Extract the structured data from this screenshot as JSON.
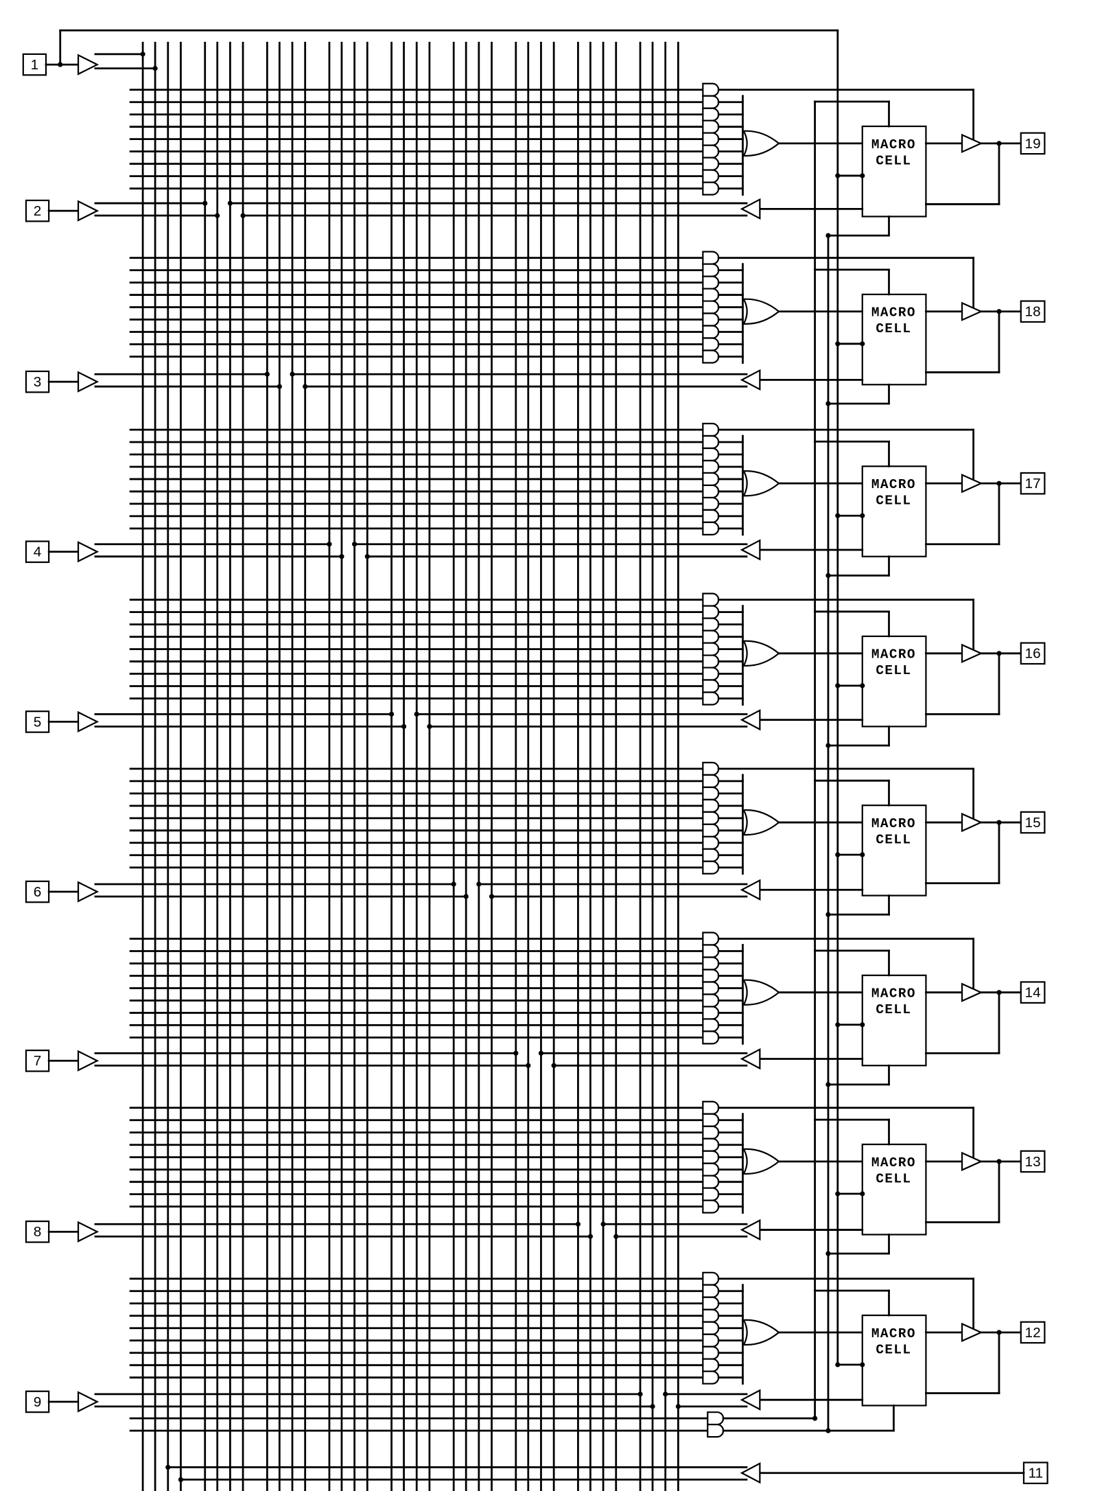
{
  "diagram": {
    "input_pins": [
      "1",
      "2",
      "3",
      "4",
      "5",
      "6",
      "7",
      "8",
      "9"
    ],
    "output_pins": [
      "19",
      "18",
      "17",
      "16",
      "15",
      "14",
      "13",
      "12"
    ],
    "extra_input_pin": "11",
    "macrocell_label_line1": "MACRO",
    "macrocell_label_line2": "CELL",
    "product_terms_per_macrocell": 8,
    "array_input_columns": 36
  }
}
